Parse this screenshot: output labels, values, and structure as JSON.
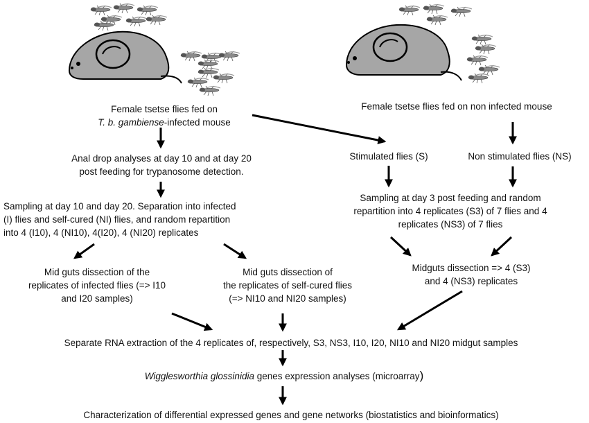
{
  "left_start": {
    "line1": "Female tsetse flies fed on",
    "line2_italic": "T. b. gambiense",
    "line2_rest": "-infected mouse"
  },
  "right_start": "Female tsetse flies fed on non infected mouse",
  "anal_drop": [
    "Anal drop analyses at day 10 and at day 20",
    "post feeding for trypanosome detection."
  ],
  "sampling_left": [
    "Sampling at day 10 and day 20. Separation into infected",
    "(I) flies and self-cured (NI) flies, and random repartition",
    "into 4 (I10), 4 (NI10), 4(I20), 4 (NI20) replicates"
  ],
  "stimulated": "Stimulated flies (S)",
  "non_stimulated": "Non stimulated flies (NS)",
  "sampling_right": [
    "Sampling at day 3 post feeding and random",
    "repartition into 4 replicates (S3) of 7 flies and 4",
    "replicates (NS3) of 7 flies"
  ],
  "dissect_infected": [
    "Mid guts dissection of the",
    "replicates of infected flies (=> I10",
    "and  I20 samples)"
  ],
  "dissect_selfcured": [
    "Mid guts dissection of",
    "the replicates of self-cured flies",
    "(=> NI10 and NI20 samples)"
  ],
  "dissect_right": [
    "Midguts dissection =>  4 (S3)",
    "and 4 (NS3) replicates"
  ],
  "rna": "Separate RNA extraction of the 4 replicates of, respectively, S3, NS3, I10, I20, NI10 and NI20 midgut samples",
  "expression": {
    "italic": "Wigglesworthia glossinidia",
    "rest": " genes expression analyses (microarray",
    "paren": ")"
  },
  "characterization": "Characterization of differential expressed genes and gene networks (biostatistics and bioinformatics)",
  "colors": {
    "mouse_fill": "#a6a6a6",
    "stroke": "#000000",
    "fly": "#777777"
  }
}
